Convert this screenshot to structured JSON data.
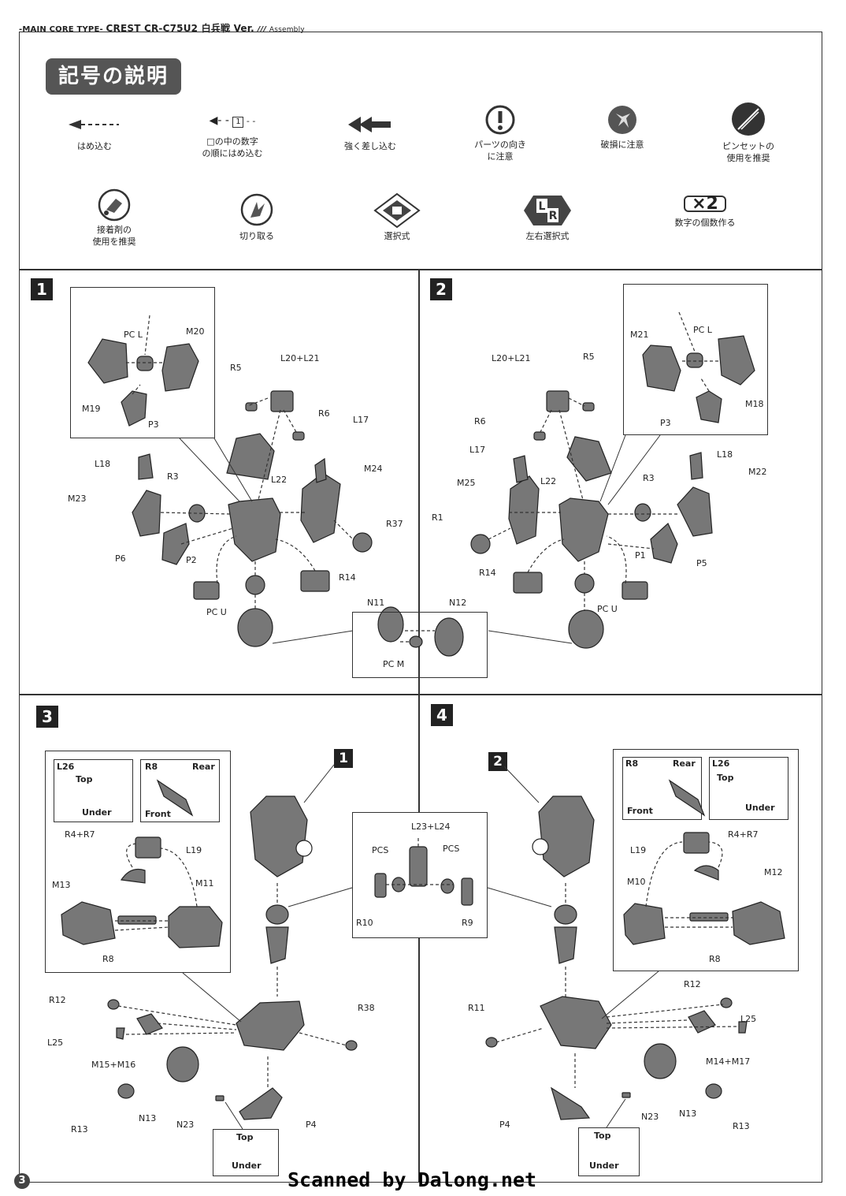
{
  "header": {
    "prefix": "-MAIN CORE TYPE-",
    "title": "CREST CR-C75U2 白兵戦 Ver.",
    "section": "Assembly"
  },
  "legend": {
    "title": "記号の説明",
    "symbols": [
      {
        "icon": "arrow-dashed-icon",
        "label": "はめ込む"
      },
      {
        "icon": "arrow-numbered-icon",
        "number": "1",
        "label": "□の中の数字\nの順にはめ込む"
      },
      {
        "icon": "double-arrow-icon",
        "label": "強く差し込む"
      },
      {
        "icon": "exclamation-icon",
        "label": "パーツの向き\nに注意"
      },
      {
        "icon": "break-icon",
        "label": "破損に注意"
      },
      {
        "icon": "tweezers-icon",
        "label": "ピンセットの\n使用を推奨"
      },
      {
        "icon": "glue-icon",
        "label": "接着剤の\n使用を推奨"
      },
      {
        "icon": "cut-icon",
        "label": "切り取る"
      },
      {
        "icon": "select-icon",
        "label": "選択式"
      },
      {
        "icon": "lr-select-icon",
        "label": "左右選択式"
      },
      {
        "icon": "x2-icon",
        "badge": "×2",
        "label": "数字の個数作る"
      }
    ]
  },
  "steps": [
    {
      "number": "1",
      "parts": [
        "PC L",
        "M20",
        "M19",
        "P3",
        "R5",
        "L20+L21",
        "R6",
        "L17",
        "L22",
        "M24",
        "L18",
        "R3",
        "M23",
        "R37",
        "P6",
        "P2",
        "R14",
        "PC U",
        "N11",
        "N12",
        "PC M"
      ]
    },
    {
      "number": "2",
      "parts": [
        "L20+L21",
        "R5",
        "PC L",
        "M21",
        "M18",
        "P3",
        "R6",
        "L17",
        "L22",
        "L18",
        "M25",
        "R3",
        "M22",
        "R1",
        "P1",
        "P5",
        "R14",
        "PC U"
      ]
    },
    {
      "number": "3",
      "ref": "1",
      "parts": [
        "L26",
        "Top",
        "Under",
        "R8",
        "Rear",
        "Front",
        "R4+R7",
        "L19",
        "M13",
        "M11",
        "R8",
        "L23+L24",
        "PCS",
        "PCS",
        "R10",
        "R9",
        "R12",
        "R38",
        "L25",
        "M15+M16",
        "R13",
        "N13",
        "N23",
        "P4",
        "Top",
        "Under"
      ]
    },
    {
      "number": "4",
      "ref": "2",
      "parts": [
        "R8",
        "Rear",
        "Front",
        "L26",
        "Top",
        "Under",
        "R4+R7",
        "L19",
        "M10",
        "M12",
        "R8",
        "R12",
        "R11",
        "L25",
        "M14+M17",
        "N13",
        "N23",
        "P4",
        "R13",
        "Top",
        "Under"
      ]
    }
  ],
  "page_number": "3",
  "footer": "Scanned by Dalong.net"
}
